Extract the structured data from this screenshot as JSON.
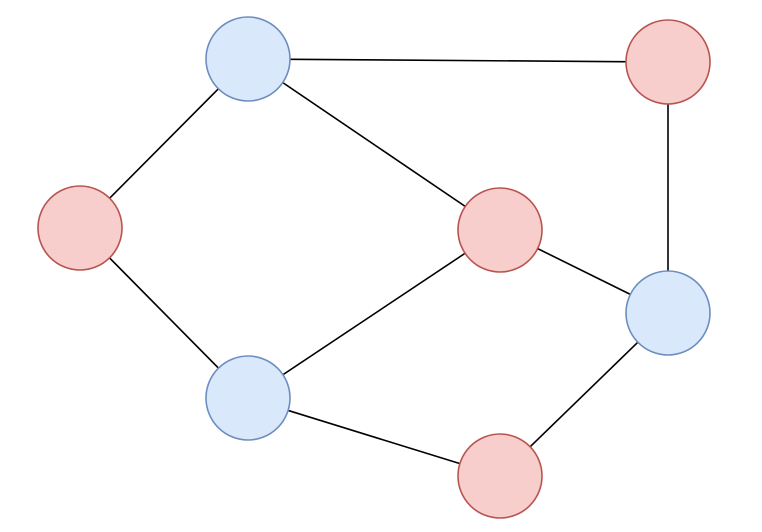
{
  "diagram": {
    "type": "undirected-graph",
    "colors": {
      "blue": {
        "fill": "#dae8fc",
        "stroke": "#6c8ebf"
      },
      "red": {
        "fill": "#f8cecc",
        "stroke": "#b85450"
      },
      "edge": "#000000"
    },
    "nodes": [
      {
        "id": "n1",
        "color": "blue"
      },
      {
        "id": "n2",
        "color": "red"
      },
      {
        "id": "n3",
        "color": "red"
      },
      {
        "id": "n4",
        "color": "red"
      },
      {
        "id": "n5",
        "color": "blue"
      },
      {
        "id": "n6",
        "color": "blue"
      },
      {
        "id": "n7",
        "color": "red"
      }
    ],
    "edges": [
      [
        "n1",
        "n2"
      ],
      [
        "n1",
        "n3"
      ],
      [
        "n1",
        "n4"
      ],
      [
        "n2",
        "n5"
      ],
      [
        "n3",
        "n6"
      ],
      [
        "n4",
        "n6"
      ],
      [
        "n4",
        "n5"
      ],
      [
        "n6",
        "n7"
      ],
      [
        "n7",
        "n5"
      ]
    ]
  }
}
